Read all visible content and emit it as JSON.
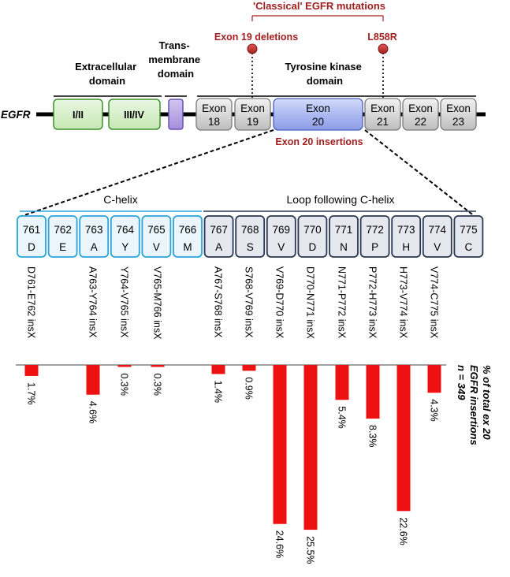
{
  "gene_label": "EGFR",
  "domains": {
    "extracellular": "Extracellular domain",
    "transmembrane": "Trans-membrane domain",
    "tyrosine_kinase": "Tyrosine kinase domain"
  },
  "extracellular_blocks": [
    "I/II",
    "III/IV"
  ],
  "classical_title": "'Classical' EGFR mutations",
  "exon19_deletions_label": "Exon 19 deletions",
  "l858r_label": "L858R",
  "exon20_insertions_label": "Exon 20 insertions",
  "exons": [
    {
      "word": "Exon",
      "num": "18"
    },
    {
      "word": "Exon",
      "num": "19"
    },
    {
      "word": "Exon",
      "num": "20"
    },
    {
      "word": "Exon",
      "num": "21"
    },
    {
      "word": "Exon",
      "num": "22"
    },
    {
      "word": "Exon",
      "num": "23"
    }
  ],
  "c_helix_label": "C-helix",
  "loop_label": "Loop following C-helix",
  "residues": [
    {
      "num": "761",
      "aa": "D"
    },
    {
      "num": "762",
      "aa": "E"
    },
    {
      "num": "763",
      "aa": "A"
    },
    {
      "num": "764",
      "aa": "Y"
    },
    {
      "num": "765",
      "aa": "V"
    },
    {
      "num": "766",
      "aa": "M"
    },
    {
      "num": "767",
      "aa": "A"
    },
    {
      "num": "768",
      "aa": "S"
    },
    {
      "num": "769",
      "aa": "V"
    },
    {
      "num": "770",
      "aa": "D"
    },
    {
      "num": "771",
      "aa": "N"
    },
    {
      "num": "772",
      "aa": "P"
    },
    {
      "num": "773",
      "aa": "H"
    },
    {
      "num": "774",
      "aa": "V"
    },
    {
      "num": "775",
      "aa": "C"
    }
  ],
  "chart_data": {
    "type": "bar",
    "ylabel_lines": [
      "% of total ex 20",
      "EGFR insertions",
      "n = 349"
    ],
    "bars": [
      {
        "label": "D761-E762 insX",
        "value": 1.7,
        "value_label": "1.7%"
      },
      {
        "label": "A763-Y764 insX",
        "value": 4.6,
        "value_label": "4.6%"
      },
      {
        "label": "Y764-V765 insX",
        "value": 0.3,
        "value_label": "0.3%"
      },
      {
        "label": "V765-M766 insX",
        "value": 0.3,
        "value_label": "0.3%"
      },
      {
        "label": "A767-S768 insX",
        "value": 1.4,
        "value_label": "1.4%"
      },
      {
        "label": "S768-V769 insX",
        "value": 0.9,
        "value_label": "0.9%"
      },
      {
        "label": "V769-D770 insX",
        "value": 24.6,
        "value_label": "24.6%"
      },
      {
        "label": "D770-N771 insX",
        "value": 25.5,
        "value_label": "25.5%"
      },
      {
        "label": "N771-P772 insX",
        "value": 5.4,
        "value_label": "5.4%"
      },
      {
        "label": "P772-H773 insX",
        "value": 8.3,
        "value_label": "8.3%"
      },
      {
        "label": "H773-V774 insX",
        "value": 22.6,
        "value_label": "22.6%"
      },
      {
        "label": "V774-C775 insX",
        "value": 4.3,
        "value_label": "4.3%"
      }
    ]
  },
  "colors": {
    "accent_red": "#a31f1f",
    "bar_red": "#ee1111",
    "c_helix_blue": "#29a3dc",
    "loop_dark": "#2a3752",
    "green_box": "#d7efcc",
    "purple_box": "#b9a6e3",
    "exon20_blue": "#aebaf0"
  }
}
